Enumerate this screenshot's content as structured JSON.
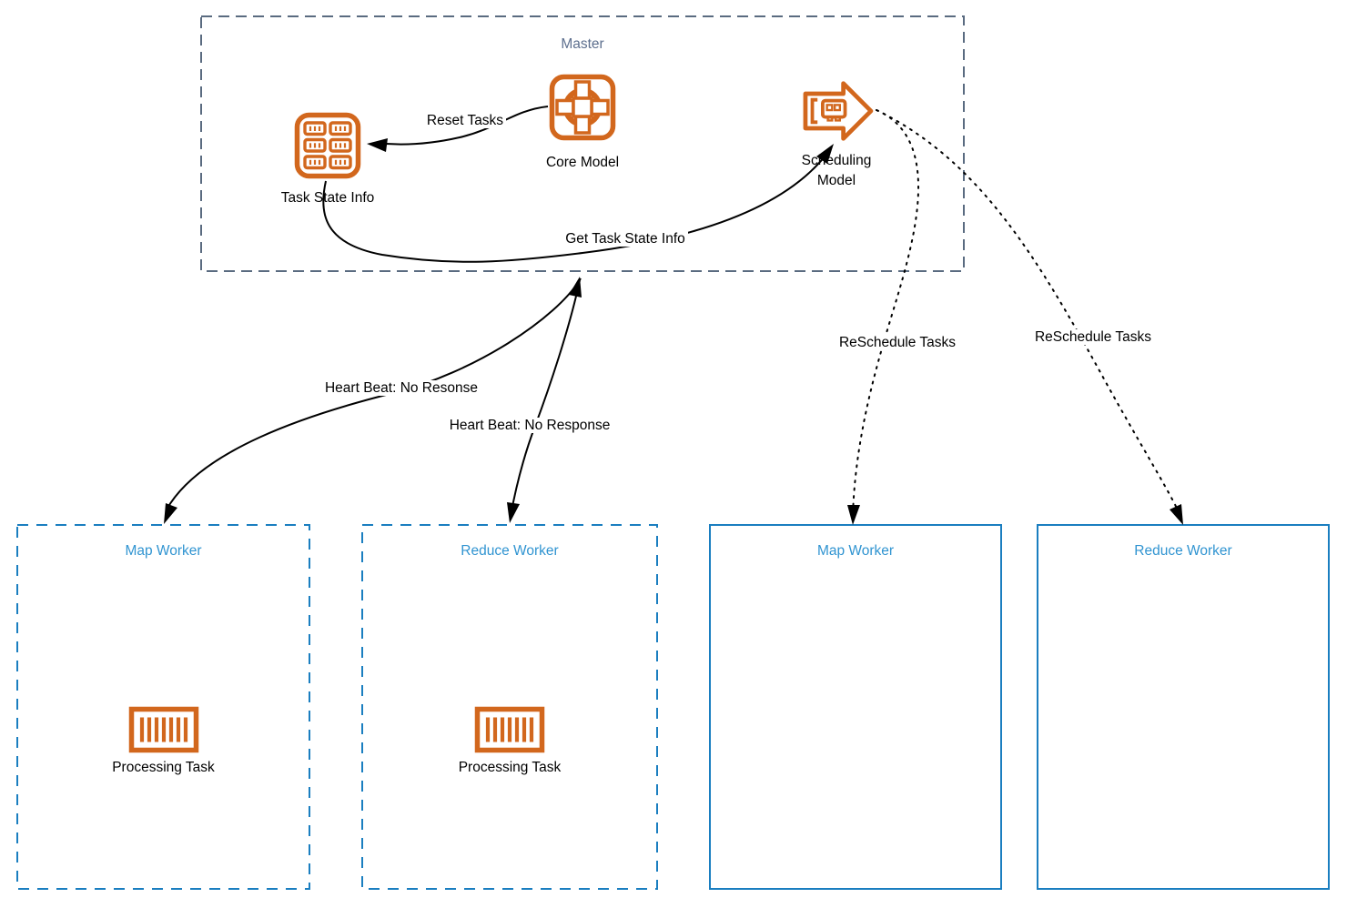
{
  "diagram": {
    "master": {
      "title": "Master",
      "nodes": {
        "task_state_info": "Task State Info",
        "core_model": "Core Model",
        "scheduling_model": "Scheduling Model"
      }
    },
    "edges": {
      "reset_tasks": "Reset Tasks",
      "get_task_state_info": "Get Task State Info",
      "heartbeat_map": "Heart Beat: No Resonse",
      "heartbeat_reduce": "Heart Beat: No Response",
      "reschedule_map": "ReSchedule Tasks",
      "reschedule_reduce": "ReSchedule Tasks"
    },
    "workers": [
      {
        "title": "Map Worker",
        "border": "dashed",
        "task": "Processing Task"
      },
      {
        "title": "Reduce Worker",
        "border": "dashed",
        "task": "Processing Task"
      },
      {
        "title": "Map Worker",
        "border": "solid"
      },
      {
        "title": "Reduce Worker",
        "border": "solid"
      }
    ],
    "colors": {
      "icon_orange": "#D2671D",
      "master_border": "#5A6B80",
      "master_title": "#5D6F8E",
      "worker_border": "#1A7EC0",
      "worker_title": "#3094D1",
      "connector": "#000000"
    }
  }
}
